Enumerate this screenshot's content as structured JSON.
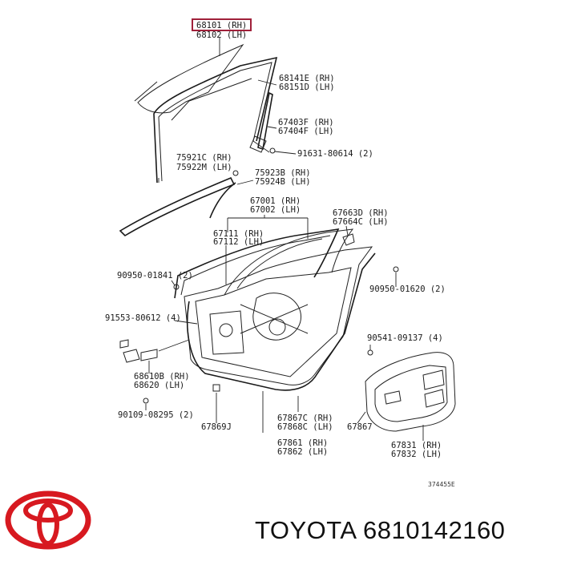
{
  "diagram": {
    "highlighted_part": "68101 (RH)",
    "labels": [
      "68102 (LH)",
      "68141E (RH)",
      "68151D (LH)",
      "67403F (RH)",
      "67404F (LH)",
      "91631-80614 (2)",
      "75921C (RH)",
      "75922M (LH)",
      "75923B (RH)",
      "75924B (LH)",
      "67001 (RH)",
      "67002 (LH)",
      "67663D (RH)",
      "67664C (LH)",
      "67111 (RH)",
      "67112 (LH)",
      "90950-01841 (2)",
      "90950-01620 (2)",
      "91553-80612 (4)",
      "90541-09137 (4)",
      "68610B (RH)",
      "68620 (LH)",
      "90109-08295 (2)",
      "67869J",
      "67867C (RH)",
      "67868C (LH)",
      "67867",
      "67861 (RH)",
      "67862 (LH)",
      "67831 (RH)",
      "67832 (LH)"
    ],
    "ref_code": "374455E"
  },
  "footer": {
    "brand": "TOYOTA",
    "part_number": "6810142160"
  },
  "colors": {
    "highlight_box": "#a0203a",
    "logo": "#d71920",
    "ink": "#1a1a1a"
  },
  "logo_icon": "toyota-logo-icon"
}
